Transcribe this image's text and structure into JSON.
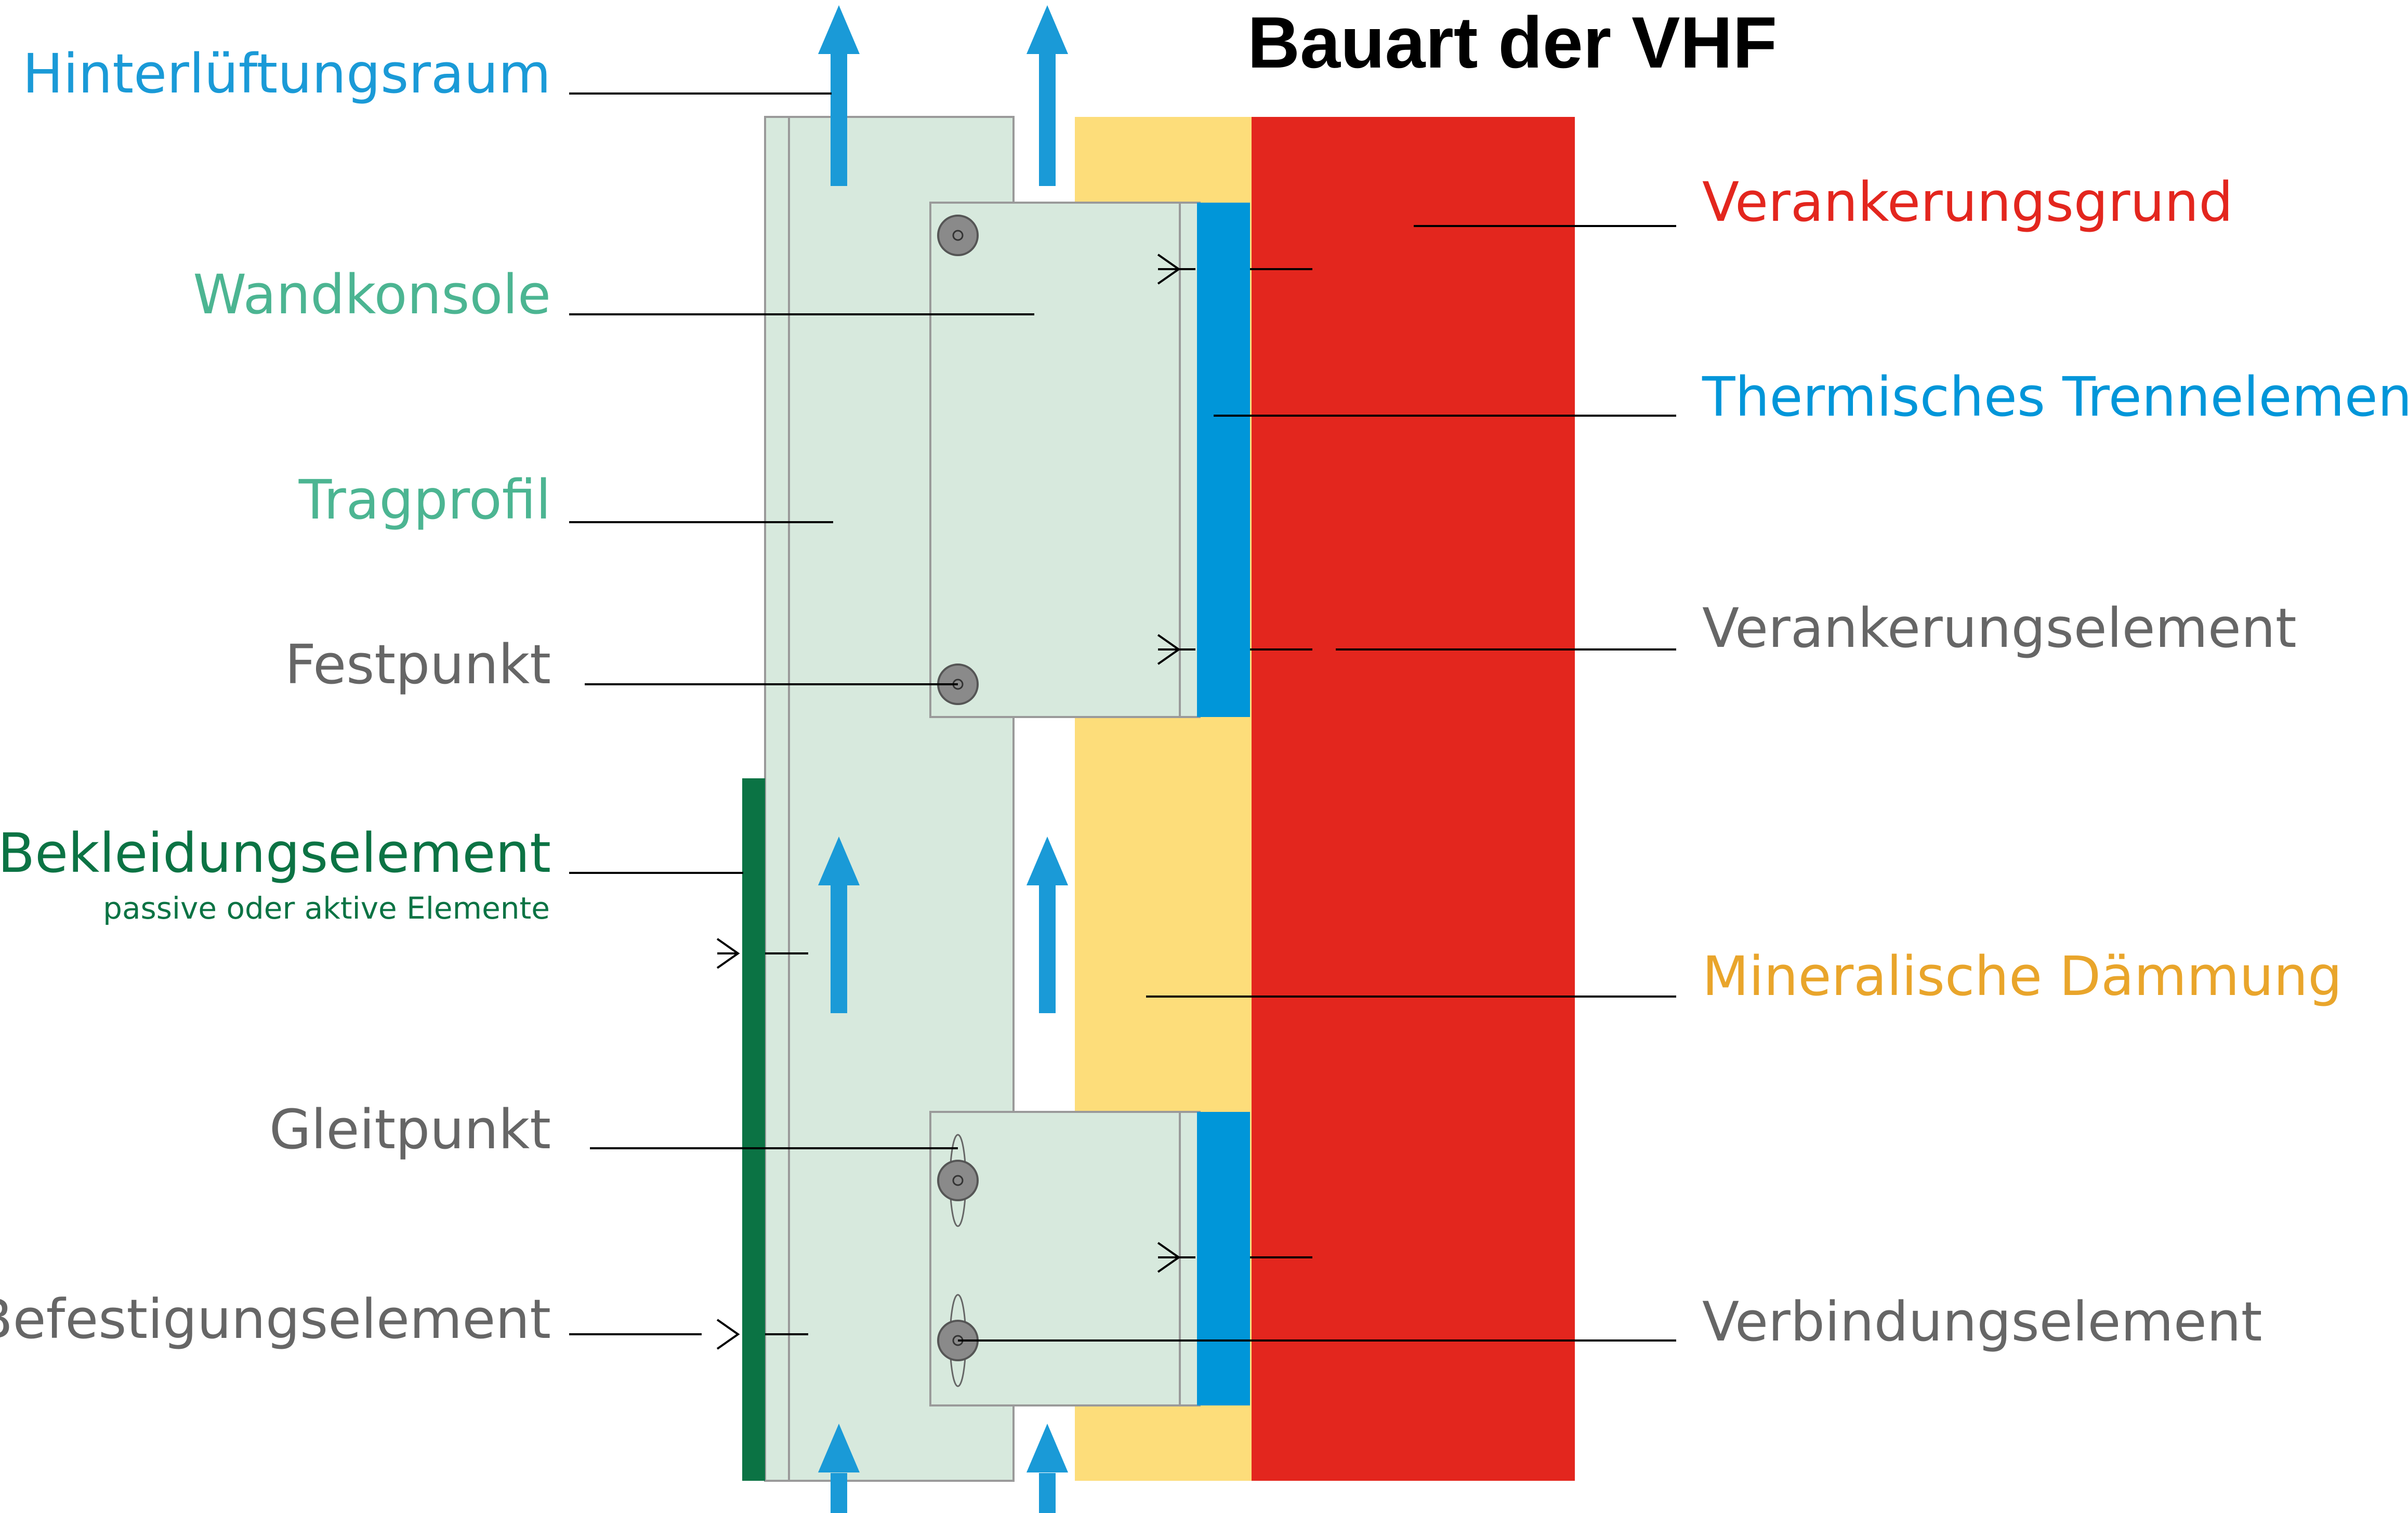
{
  "title": "Bauart der VHF",
  "labels_left": {
    "hinterlueftungsraum": "Hinterlüftungsraum",
    "wandkonsole": "Wandkonsole",
    "tragprofil": "Tragprofil",
    "festpunkt": "Festpunkt",
    "bekleidungselement": "Bekleidungselement",
    "bekleidungselement_sub": "passive oder aktive Elemente",
    "gleitpunkt": "Gleitpunkt",
    "befestigungselement": "Befestigungselement"
  },
  "labels_right": {
    "verankerungsgrund": "Verankerungsgrund",
    "thermisches_trennelement": "Thermisches Trennelement",
    "verankerungselement": "Verankerungselement",
    "mineralische_daemmung": "Mineralische Dämmung",
    "verbindungselement": "Verbindungselement"
  },
  "colors": {
    "air_blue": "#1a9ad7",
    "console_green": "#4cb592",
    "text_gray": "#666666",
    "cladding_green": "#0b7344",
    "anchor_red": "#e3261e",
    "separator_blue": "#0096d9",
    "insulation_yellow": "#fddd7a",
    "insulation_label": "#e9a52b",
    "profile_fill": "#d7e9dd",
    "screw_gray": "#8a8a8a"
  }
}
